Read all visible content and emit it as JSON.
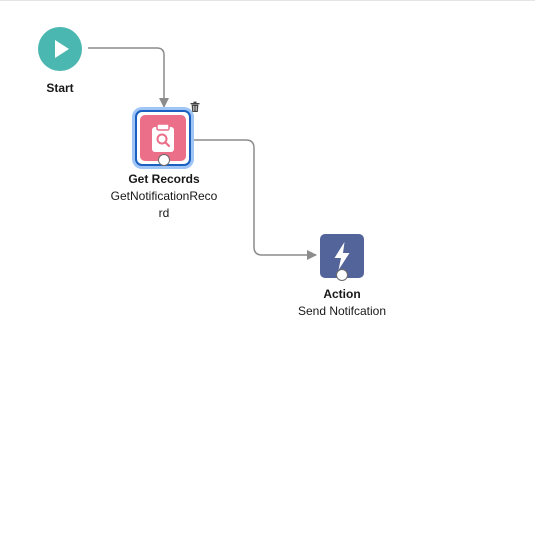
{
  "canvas": {
    "background": "#ffffff",
    "connector_color": "#8c8c8c"
  },
  "start": {
    "label": "Start",
    "color": "#4bb7b1",
    "icon": "play-icon"
  },
  "get_records": {
    "type_label": "Get Records",
    "name": "GetNotificationReco rd",
    "color": "#ec6f8a",
    "icon": "clipboard-search-icon",
    "selected": true,
    "delete_icon": "trash-icon"
  },
  "action": {
    "type_label": "Action",
    "name": "Send Notifcation",
    "color": "#52649a",
    "icon": "lightning-bolt-icon"
  }
}
